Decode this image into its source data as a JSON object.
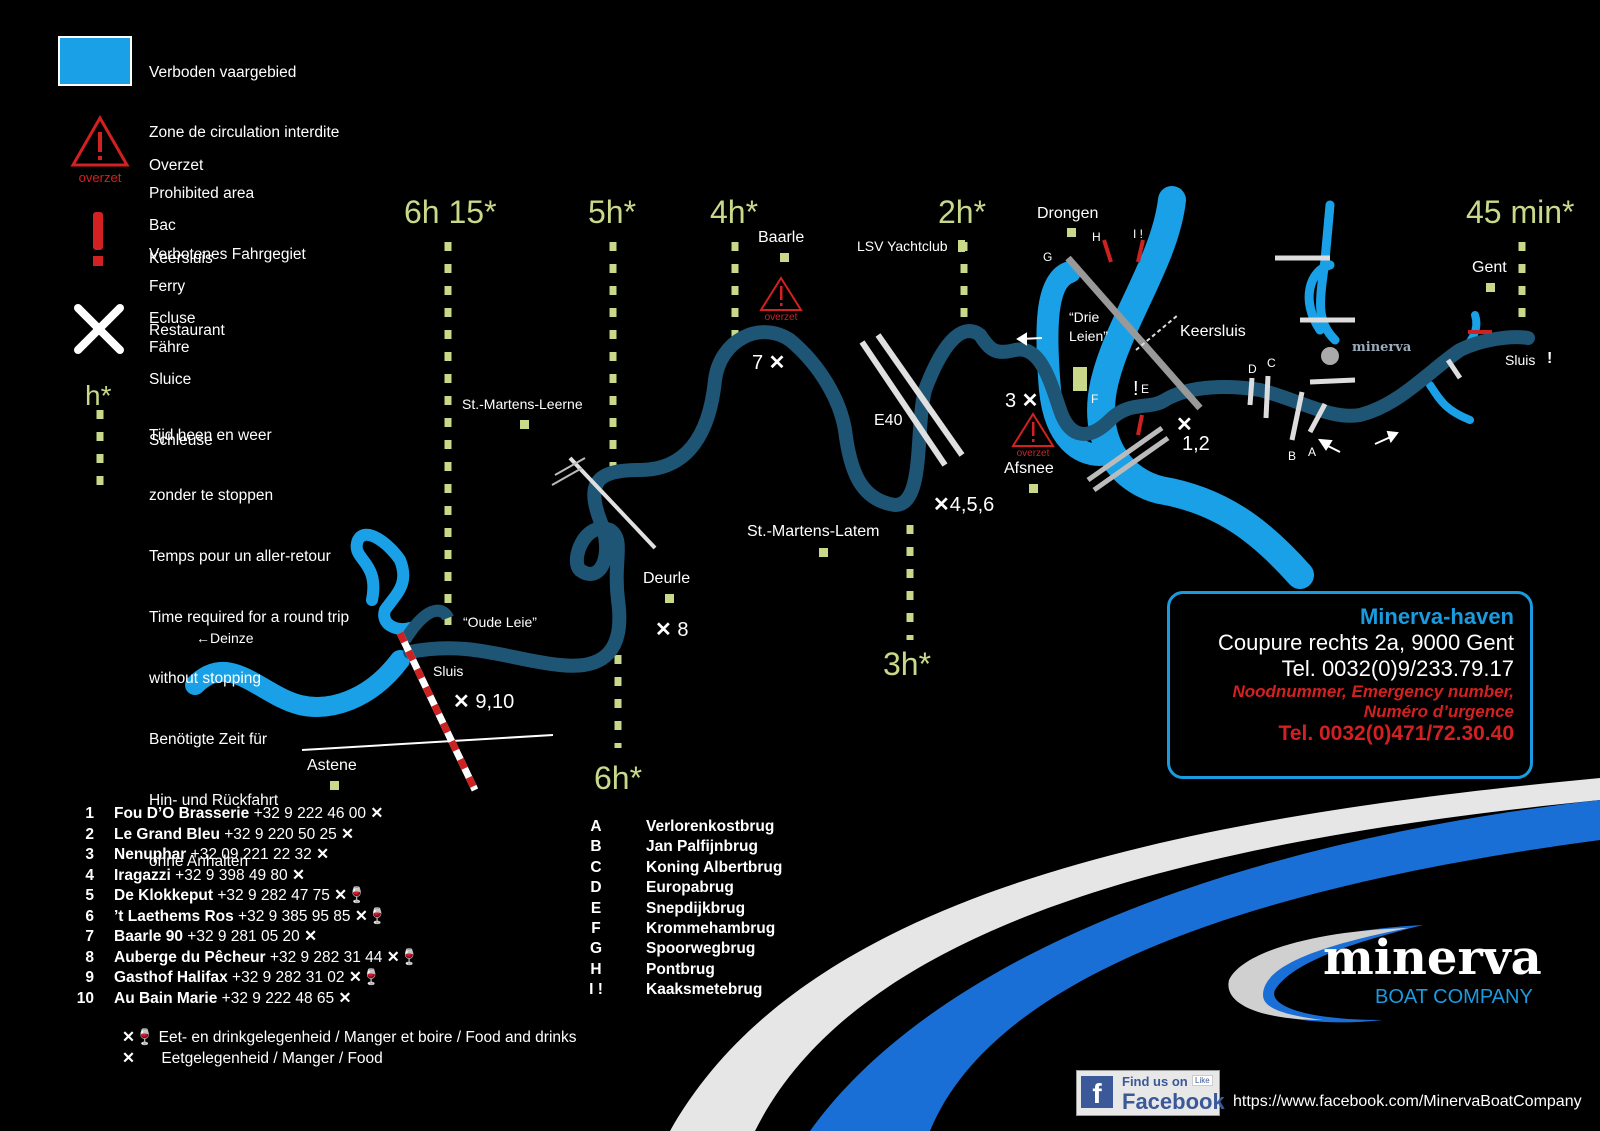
{
  "legend": {
    "prohibited": [
      "Verboden vaargebied",
      "Zone de circulation interdite",
      "Prohibited area",
      "Verbotenes Fahrgegiet"
    ],
    "ferry": [
      "Overzet",
      "Bac",
      "Ferry",
      "Fähre"
    ],
    "ferry_icon_label": "overzet",
    "sluice": [
      "Keersluis",
      "Ecluse",
      "Sluice",
      "Schleuse"
    ],
    "restaurant": "Restaurant",
    "time_symbol": "h*",
    "time_text": [
      "Tijd heen en weer",
      "zonder te stoppen",
      "Temps pour un aller-retour",
      "Time required for a round trip",
      "without stopping",
      "Benötigte Zeit für",
      "Hin- und Rückfahrt",
      "ohne Anhalten"
    ]
  },
  "times": {
    "t615": "6h 15*",
    "t5": "5h*",
    "t4": "4h*",
    "t2": "2h*",
    "t45": "45 min*",
    "t6": "6h*",
    "t3": "3h*"
  },
  "places": {
    "baarle": "Baarle",
    "lsv": "LSV Yachtclub",
    "drongen": "Drongen",
    "gent": "Gent",
    "leerne": "St.-Martens-Leerne",
    "latem": "St.-Martens-Latem",
    "e40": "E40",
    "deurle": "Deurle",
    "afsnee": "Afsnee",
    "astene": "Astene",
    "deinze": "←Deinze",
    "oude_leie": "“Oude Leie”",
    "sluis_w": "Sluis",
    "drie_leien": "“Drie\nLeien”",
    "keersluis": "Keersluis",
    "sluis_e": "Sluis",
    "overzet": "overzet"
  },
  "map_labels": {
    "r7": "7",
    "r3": "3",
    "r456": "4,5,6",
    "r8": "8",
    "r910": "9,10",
    "r12": "1,2",
    "b_g": "G",
    "b_h": "H",
    "b_ii": "I !",
    "b_f": "F",
    "b_e": "E",
    "b_d": "D",
    "b_c": "C",
    "b_b": "B",
    "b_a": "A",
    "excl": "!"
  },
  "restaurants": [
    {
      "num": "1",
      "name": "Fou D’O Brasserie",
      "tel": "+32 9 222 46 00",
      "drinks": false
    },
    {
      "num": "2",
      "name": "Le Grand Bleu",
      "tel": "+32 9 220 50 25",
      "drinks": false
    },
    {
      "num": "3",
      "name": "Nenuphar",
      "tel": "+32 09 221 22 32",
      "drinks": false
    },
    {
      "num": "4",
      "name": "Iragazzi",
      "tel": "+32 9 398 49 80",
      "drinks": false
    },
    {
      "num": "5",
      "name": "De Klokkeput",
      "tel": "+32 9 282 47 75",
      "drinks": true
    },
    {
      "num": "6",
      "name": "’t Laethems Ros",
      "tel": "+32 9 385 95 85",
      "drinks": true
    },
    {
      "num": "7",
      "name": "Baarle 90",
      "tel": "+32 9 281 05 20",
      "drinks": false
    },
    {
      "num": "8",
      "name": "Auberge du Pêcheur",
      "tel": "+32 9 282 31 44",
      "drinks": true
    },
    {
      "num": "9",
      "name": "Gasthof Halifax",
      "tel": "+32 9 282 31 02",
      "drinks": true
    },
    {
      "num": "10",
      "name": "Au Bain Marie",
      "tel": "+32 9 222 48 65",
      "drinks": false
    }
  ],
  "bridges": [
    {
      "code": "A",
      "name": "Verlorenkostbrug"
    },
    {
      "code": "B",
      "name": "Jan Palfijnbrug"
    },
    {
      "code": "C",
      "name": "Koning Albertbrug"
    },
    {
      "code": "D",
      "name": "Europabrug"
    },
    {
      "code": "E",
      "name": "Snepdijkbrug"
    },
    {
      "code": "F",
      "name": "Krommehambrug"
    },
    {
      "code": "G",
      "name": "Spoorwegbrug"
    },
    {
      "code": "H",
      "name": "Pontbrug"
    },
    {
      "code": "I !",
      "name": "Kaaksmetebrug"
    }
  ],
  "footnotes": {
    "food_drinks": "Eet- en drinkgelegenheid / Manger et boire / Food and drinks",
    "food": "Eetgelegenheid / Manger / Food"
  },
  "contact": {
    "title": "Minerva-haven",
    "address": "Coupure rechts 2a, 9000 Gent",
    "tel": "Tel. 0032(0)9/233.79.17",
    "emergency_1": "Noodnummer, Emergency number,",
    "emergency_2": "Numéro d’urgence",
    "emergency_tel": "Tel. 0032(0)471/72.30.40"
  },
  "brand": {
    "name": "minerva",
    "sub": "BOAT COMPANY",
    "small_logo": "minerva"
  },
  "facebook": {
    "find": "Find us on",
    "like": "Like",
    "name": "Facebook",
    "url": "https://www.facebook.com/MinervaBoatCompany"
  },
  "colors": {
    "river": "#1e5575",
    "prohibited": "#1aa0e6",
    "time_line": "#c8d98a",
    "emergency": "#d32020",
    "accent": "#1a9be0"
  }
}
